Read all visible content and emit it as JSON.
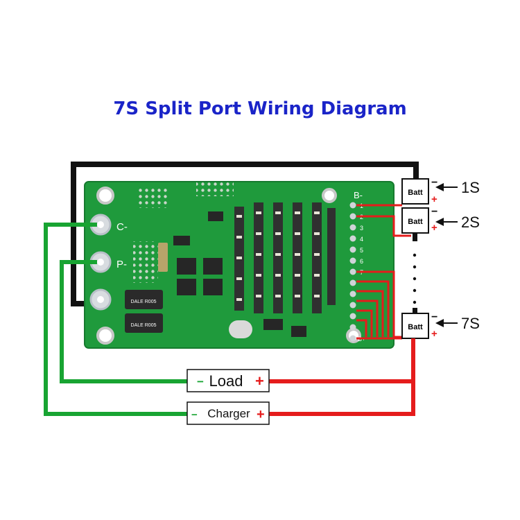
{
  "title": "7S Split Port Wiring Diagram",
  "colors": {
    "title": "#1a24c8",
    "board": "#1f9a3c",
    "negative_wire": "#18a432",
    "positive_wire": "#e51c1c",
    "bridge_wire": "#111111"
  },
  "board_labels": {
    "c_minus": "C-",
    "p_minus": "P-",
    "b_minus": "B-",
    "resistor": "DALE R005"
  },
  "pin_numbers": [
    "1",
    "2",
    "3",
    "4",
    "5",
    "6",
    "7",
    "B+"
  ],
  "batteries": [
    {
      "label": "Batt",
      "cell": "1S",
      "minus": "−",
      "plus": "+"
    },
    {
      "label": "Batt",
      "cell": "2S",
      "minus": "−",
      "plus": "+"
    },
    {
      "label": "Batt",
      "cell": "7S",
      "minus": "−",
      "plus": "+"
    }
  ],
  "load": {
    "label": "Load",
    "minus": "−",
    "plus": "+"
  },
  "charger": {
    "label": "Charger",
    "minus": "−",
    "plus": "+"
  }
}
